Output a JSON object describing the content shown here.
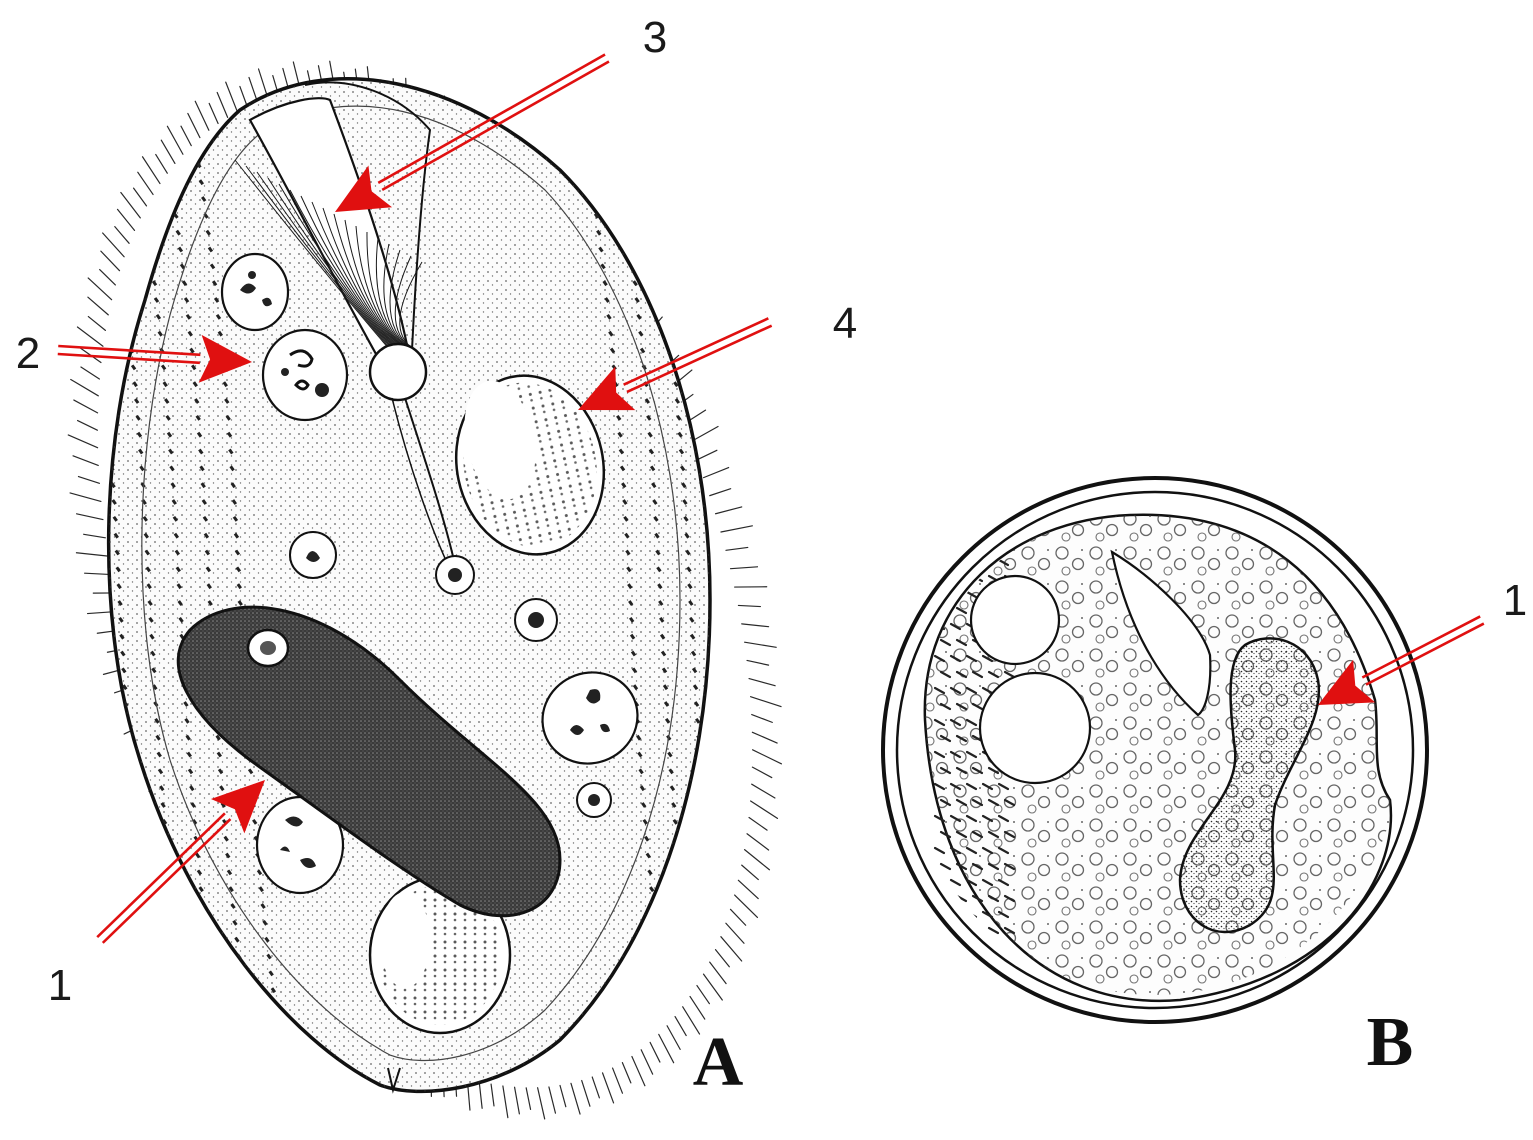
{
  "figure": {
    "panel_a_label": "A",
    "panel_b_label": "B"
  },
  "callouts": {
    "a1": "1",
    "a2": "2",
    "a3": "3",
    "a4": "4",
    "b1": "1"
  },
  "colors": {
    "arrow": "#e01010",
    "ink": "#1a1a1a",
    "macronucleus": "#2a2a2a",
    "background": "#ffffff"
  }
}
